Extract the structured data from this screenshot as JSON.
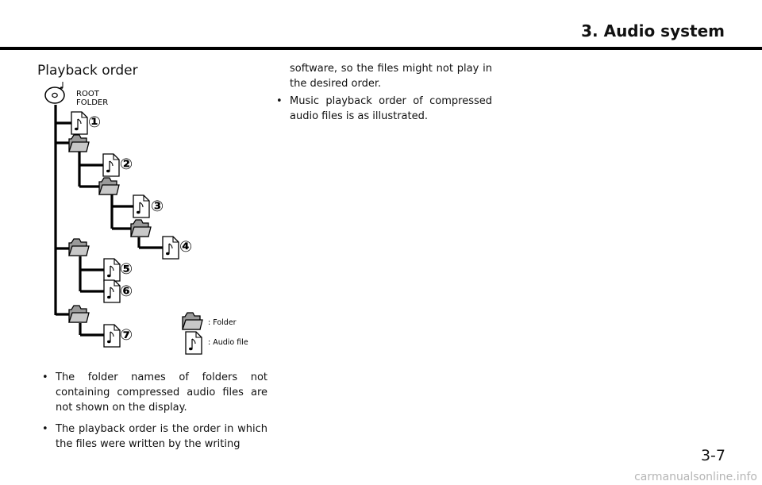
{
  "header": {
    "section_title": "3. Audio system"
  },
  "heading": "Playback order",
  "diagram": {
    "root_label_line1": "ROOT",
    "root_label_line2": "FOLDER",
    "file_numbers": [
      "①",
      "②",
      "③",
      "④",
      "⑤",
      "⑥",
      "⑦"
    ],
    "legend": {
      "folder": ": Folder",
      "audio_file": ": Audio file"
    },
    "icons": [
      "disc-icon",
      "music-file-icon",
      "folder-icon"
    ]
  },
  "bullets_left": [
    "The folder names of folders not containing compressed audio files are not shown on the display.",
    "The playback order is the order in which the files were written by the writing"
  ],
  "right_column": {
    "continued_text": "software, so the files might not play in the desired order.",
    "bullets": [
      "Music playback order of compressed audio files is as illustrated."
    ]
  },
  "page_number": "3-7",
  "watermark": "carmanualsonline.info"
}
